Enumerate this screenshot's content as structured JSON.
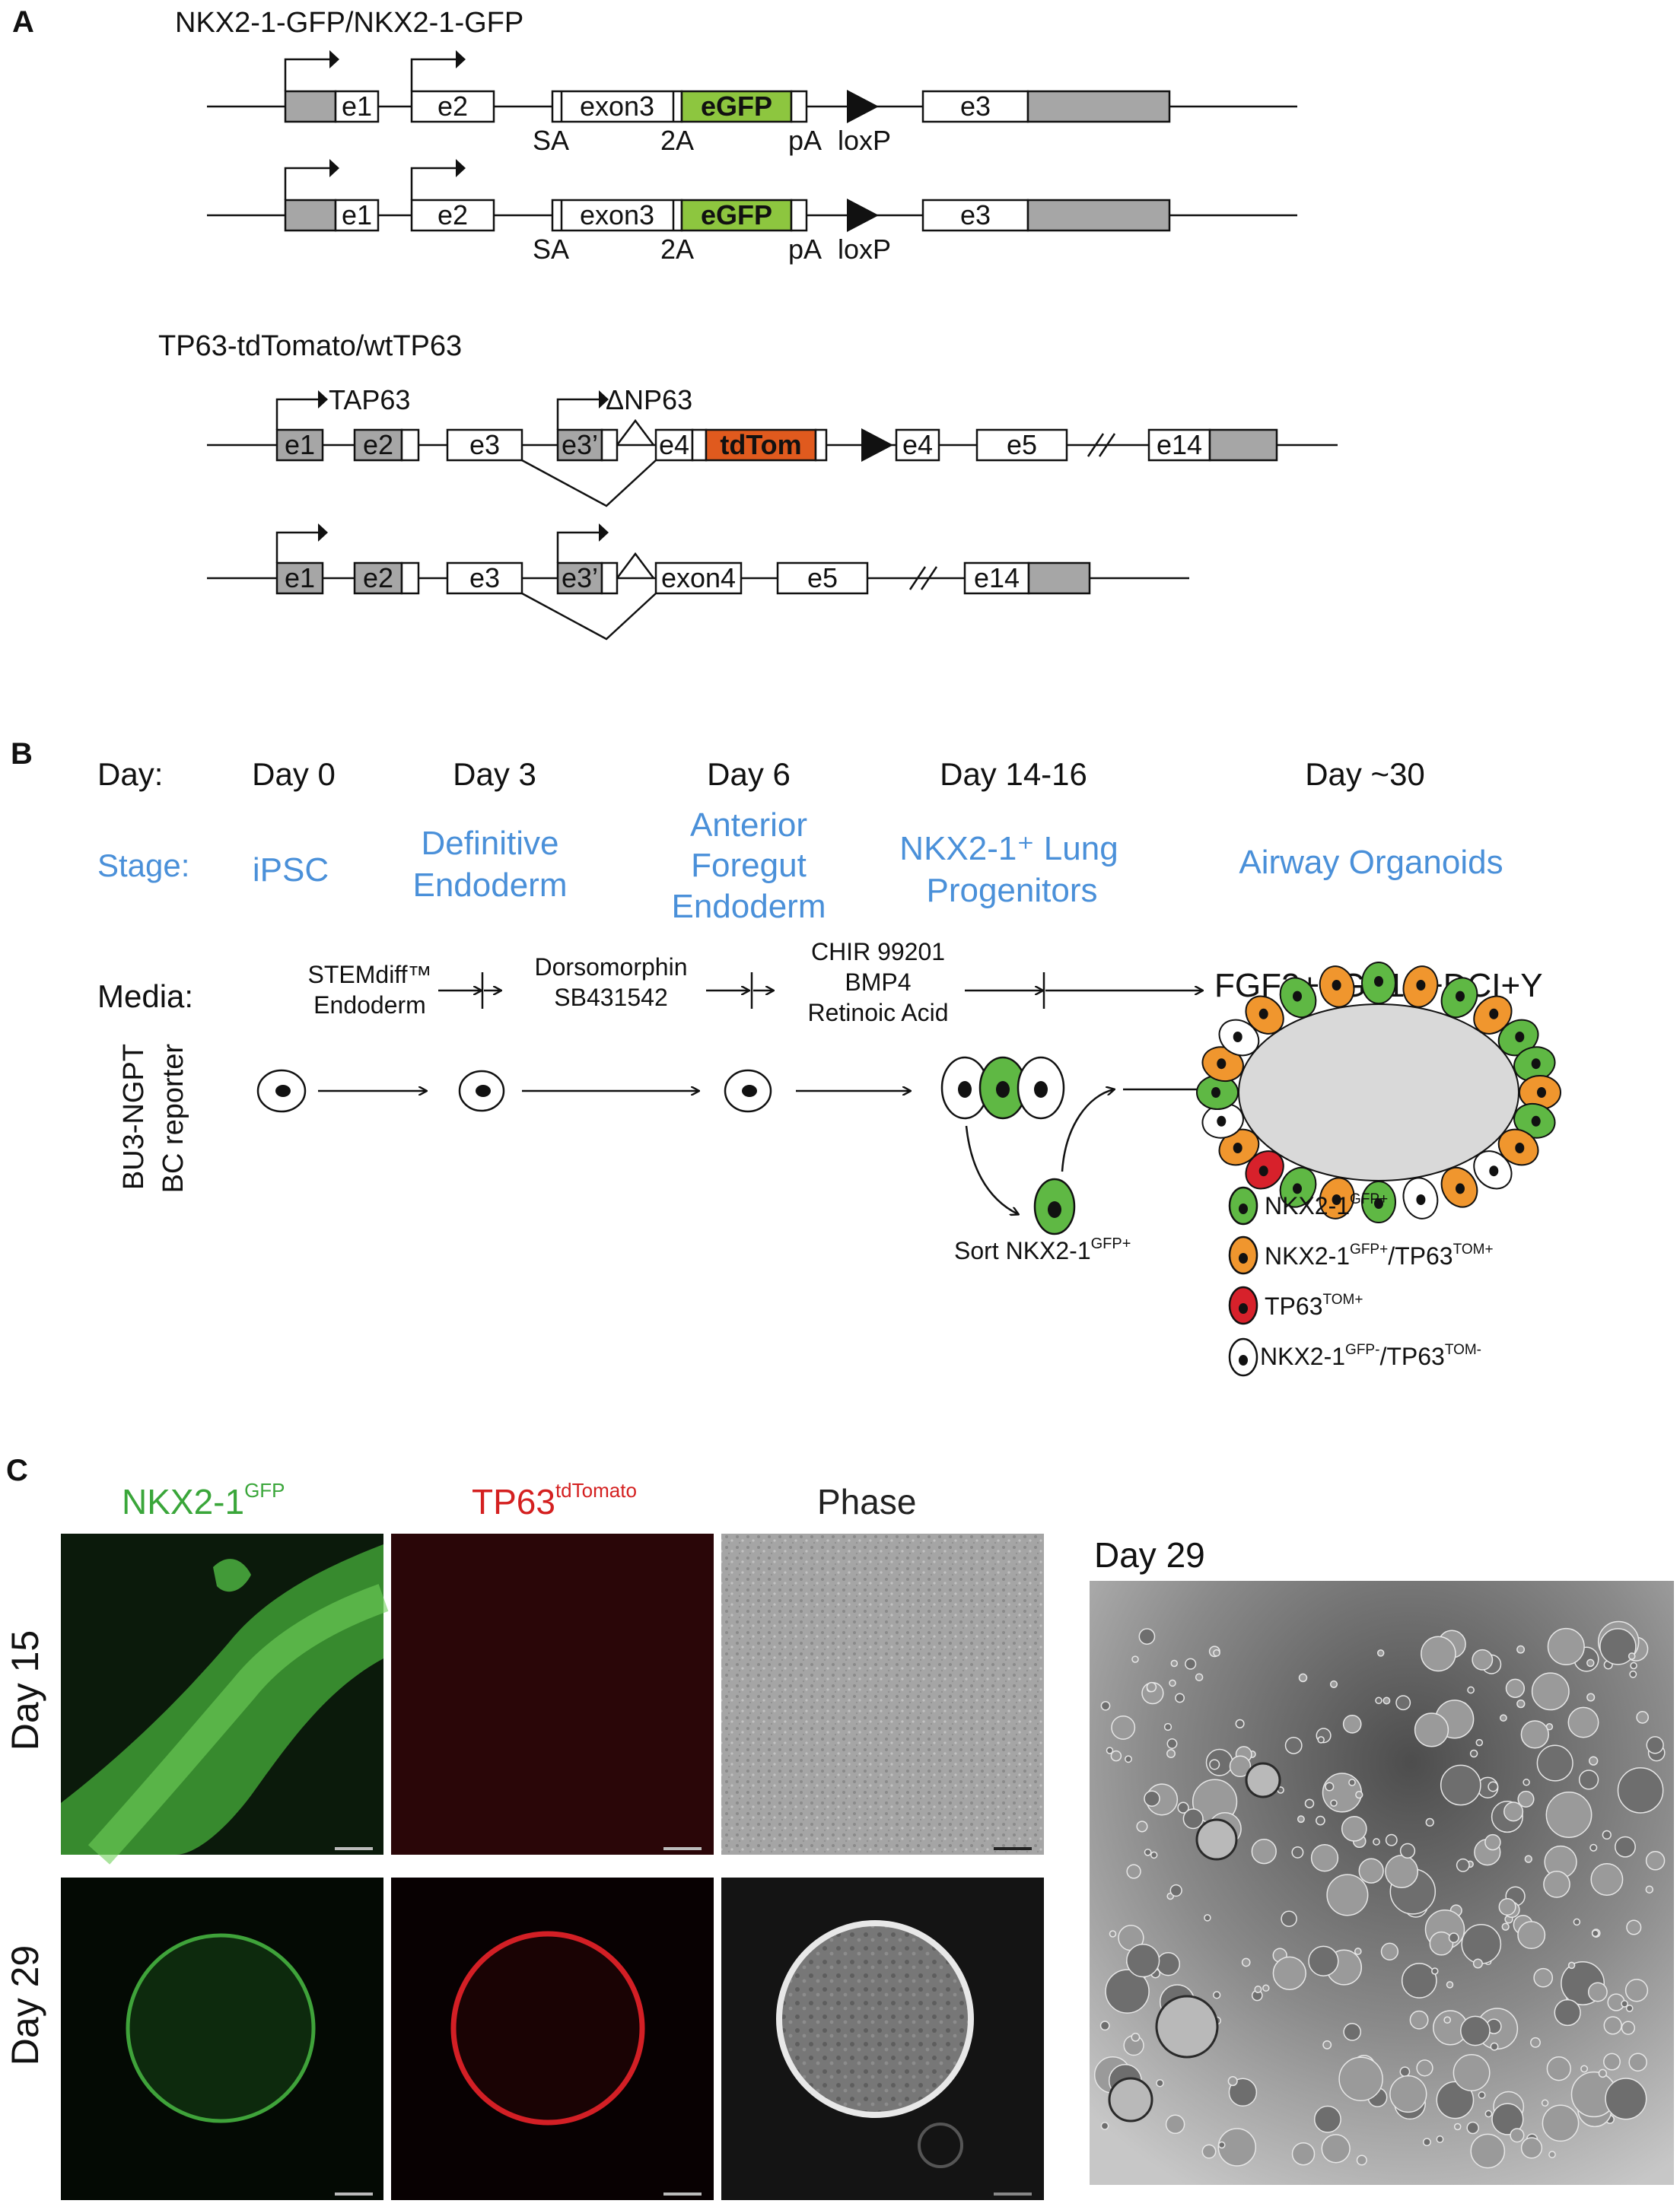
{
  "panelA": {
    "letter": "A",
    "nkx_title": "NKX2-1-GFP/NKX2-1-GFP",
    "nkx_exons": {
      "e1": "e1",
      "e2": "e2",
      "exon3": "exon3",
      "egfp": "eGFP",
      "e3": "e3"
    },
    "nkx_sites": {
      "sa": "SA",
      "twoA": "2A",
      "pa": "pA",
      "loxp": "loxP"
    },
    "tp63_title": "TP63-tdTomato/wtTP63",
    "tp63_promoters": {
      "tap63": "TAP63",
      "dnp63": "ΔNP63"
    },
    "tp63_exons": {
      "e1": "e1",
      "e2": "e2",
      "e3": "e3",
      "e3p": "e3’",
      "e4": "e4",
      "tdtom": "tdTom",
      "e5": "e5",
      "e14": "e14",
      "exon4": "exon4"
    },
    "colors": {
      "utr_grey": "#a6a6a6",
      "egfp_green": "#8dc63f",
      "tdtom_orange": "#e05a1e"
    }
  },
  "panelB": {
    "letter": "B",
    "day_label": "Day:",
    "days": [
      "Day 0",
      "Day 3",
      "Day 6",
      "Day 14-16",
      "Day ~30"
    ],
    "stage_label": "Stage:",
    "stages": {
      "s0": "iPSC",
      "s1": [
        "Definitive",
        "Endoderm"
      ],
      "s2": [
        "Anterior",
        "Foregut",
        "Endoderm"
      ],
      "s3": [
        "NKX2-1⁺ Lung",
        "Progenitors"
      ],
      "s4": "Airway Organoids"
    },
    "media_label": "Media:",
    "media": {
      "m0": [
        "STEMdiff™",
        "Endoderm"
      ],
      "m1": [
        "Dorsomorphin",
        "SB431542"
      ],
      "m2": [
        "CHIR 99201",
        "BMP4",
        "Retinoic Acid"
      ],
      "m3": "FGF2+FGF10+DCI+Y"
    },
    "side_label": [
      "BU3-NGPT",
      "BC reporter"
    ],
    "sort_label": {
      "main": "Sort NKX2-1",
      "sup": "GFP+"
    },
    "legend": [
      {
        "main": "NKX2-1",
        "sup": "GFP+",
        "main2": "",
        "sup2": "",
        "color": "#5fb844"
      },
      {
        "main": "NKX2-1",
        "sup": "GFP+",
        "main2": "/TP63",
        "sup2": "TOM+",
        "color": "#f0962e"
      },
      {
        "main": "TP63",
        "sup": "TOM+",
        "main2": "",
        "sup2": "",
        "color": "#d7212b"
      },
      {
        "main": "NKX2-1",
        "sup": "GFP-",
        "main2": "/TP63",
        "sup2": "TOM-",
        "color": "#ffffff"
      }
    ],
    "colors": {
      "stage_blue": "#4a90d9"
    }
  },
  "panelC": {
    "letter": "C",
    "col_headers": [
      {
        "main": "NKX2-1",
        "sup": "GFP",
        "color": "#3aa63a"
      },
      {
        "main": "TP63",
        "sup": "tdTomato",
        "color": "#d42020"
      },
      {
        "main": "Phase",
        "sup": "",
        "color": "#222222"
      }
    ],
    "row_labels": [
      "Day 15",
      "Day 29"
    ],
    "large_label": "Day 29"
  }
}
